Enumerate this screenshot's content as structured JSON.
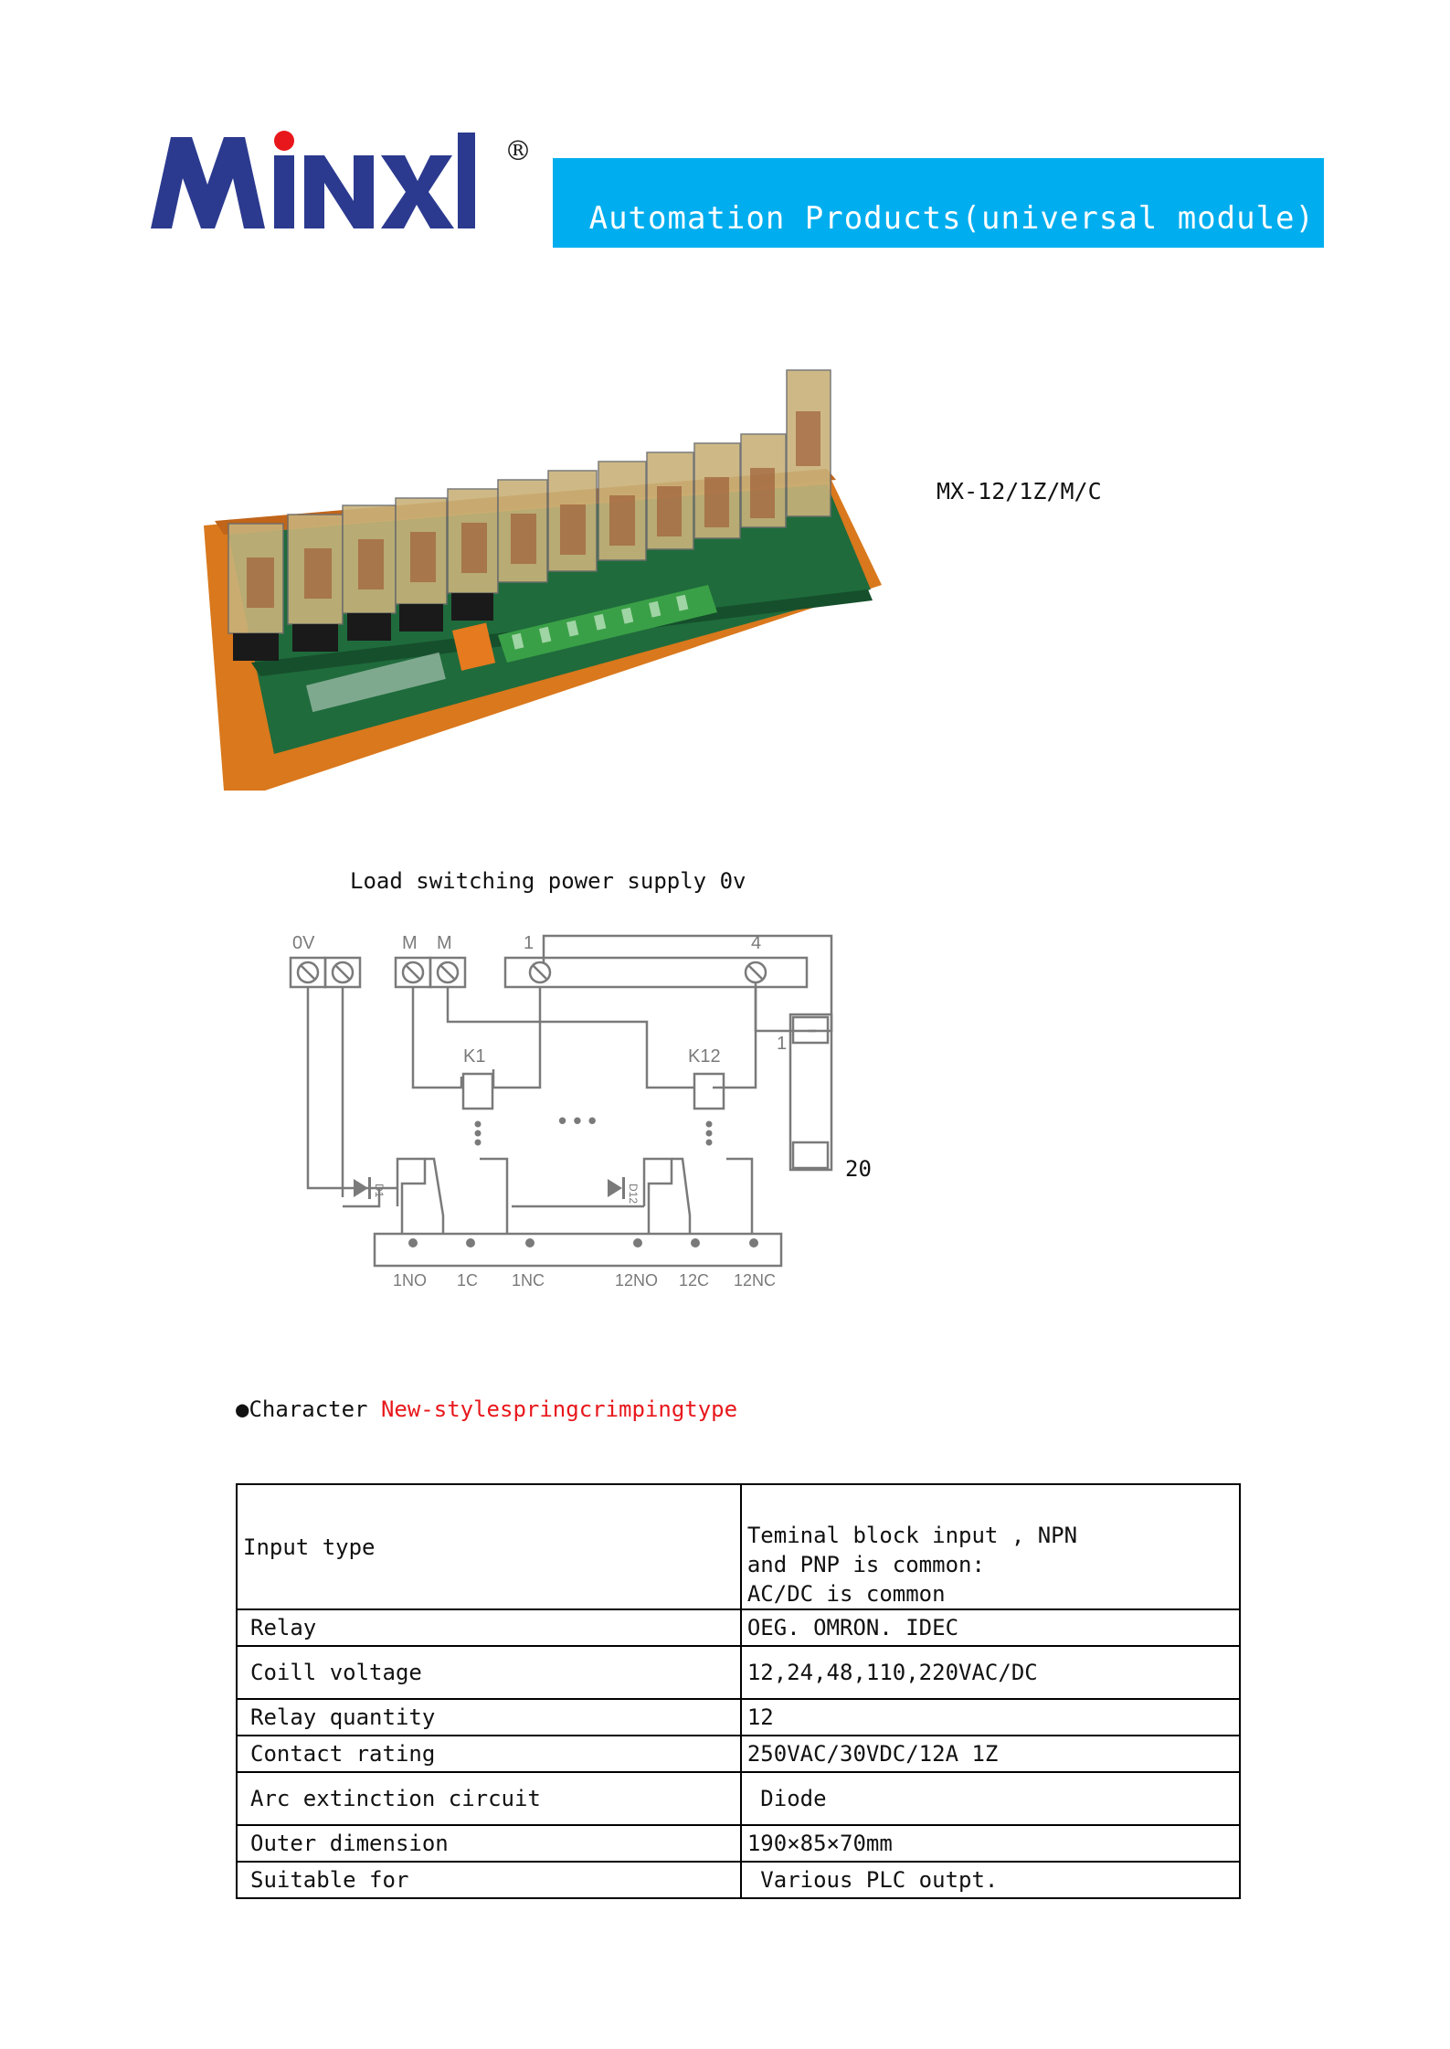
{
  "header": {
    "brand": "MINXI",
    "registered": "®",
    "banner_text": "Automation Products(universal module)",
    "banner_color": "#00aeef",
    "logo_color": "#2b3a8f",
    "logo_accent": "#e8171b"
  },
  "product": {
    "model": "MX-12/1Z/M/C"
  },
  "diagram": {
    "caption": "Load switching power supply 0v",
    "top_terminals": [
      "0V",
      "M",
      "M",
      "1",
      "4"
    ],
    "relays": [
      "K1",
      "K12"
    ],
    "ellipsis": "• • •",
    "connector_pin_top": "1",
    "connector_pin_bottom": "20",
    "bottom_terminals": [
      "1NO",
      "1C",
      "1NC",
      "12NO",
      "12C",
      "12NC"
    ],
    "diode_labels": [
      "D1",
      "D12"
    ]
  },
  "character": {
    "bullet": "●",
    "label": "Character ",
    "highlight": "New-stylespringcrimpingtype",
    "highlight_color": "#e8171b"
  },
  "specs": [
    {
      "key": "Input type",
      "value": [
        "Teminal block input , NPN",
        "and PNP is common:",
        "AC/DC is common"
      ]
    },
    {
      "key": "Relay",
      "value": [
        "OEG. OMRON. IDEC"
      ]
    },
    {
      "key": "Coill voltage",
      "value": [
        "12,24,48,110,220VAC/DC"
      ]
    },
    {
      "key": "Relay quantity",
      "value": [
        "12"
      ]
    },
    {
      "key": "Contact rating",
      "value": [
        "250VAC/30VDC/12A 1Z"
      ]
    },
    {
      "key": "Arc extinction circuit",
      "value": [
        " Diode"
      ]
    },
    {
      "key": "Outer dimension",
      "value": [
        "190×85×70mm"
      ]
    },
    {
      "key": "Suitable for",
      "value": [
        " Various PLC outpt."
      ]
    }
  ]
}
